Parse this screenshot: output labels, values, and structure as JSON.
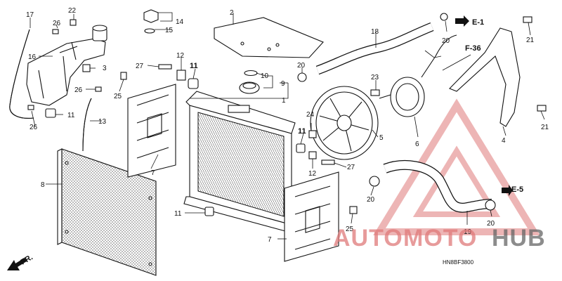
{
  "diagram_code": "HN8BF3800",
  "watermark": {
    "part1": "AUTO",
    "part2": "MOTO",
    "part3": "HUB",
    "color_main": "#e07a7a",
    "color_hub": "#666666",
    "color_accent": "#f0c080"
  },
  "refs": {
    "e1": "E-1",
    "f36": "F-36",
    "e5": "E-5",
    "fr": "FR."
  },
  "labels": {
    "n1": "1",
    "n2": "2",
    "n3": "3",
    "n4": "4",
    "n5": "5",
    "n6": "6",
    "n7": "7",
    "n8": "8",
    "n9": "9",
    "n10": "10",
    "n11": "11",
    "n12": "12",
    "n13": "13",
    "n14": "14",
    "n15": "15",
    "n16": "16",
    "n17": "17",
    "n18": "18",
    "n19": "19",
    "n20": "20",
    "n21": "21",
    "n22": "22",
    "n23": "23",
    "n24": "24",
    "n25": "25",
    "n26": "26",
    "n27": "27"
  }
}
